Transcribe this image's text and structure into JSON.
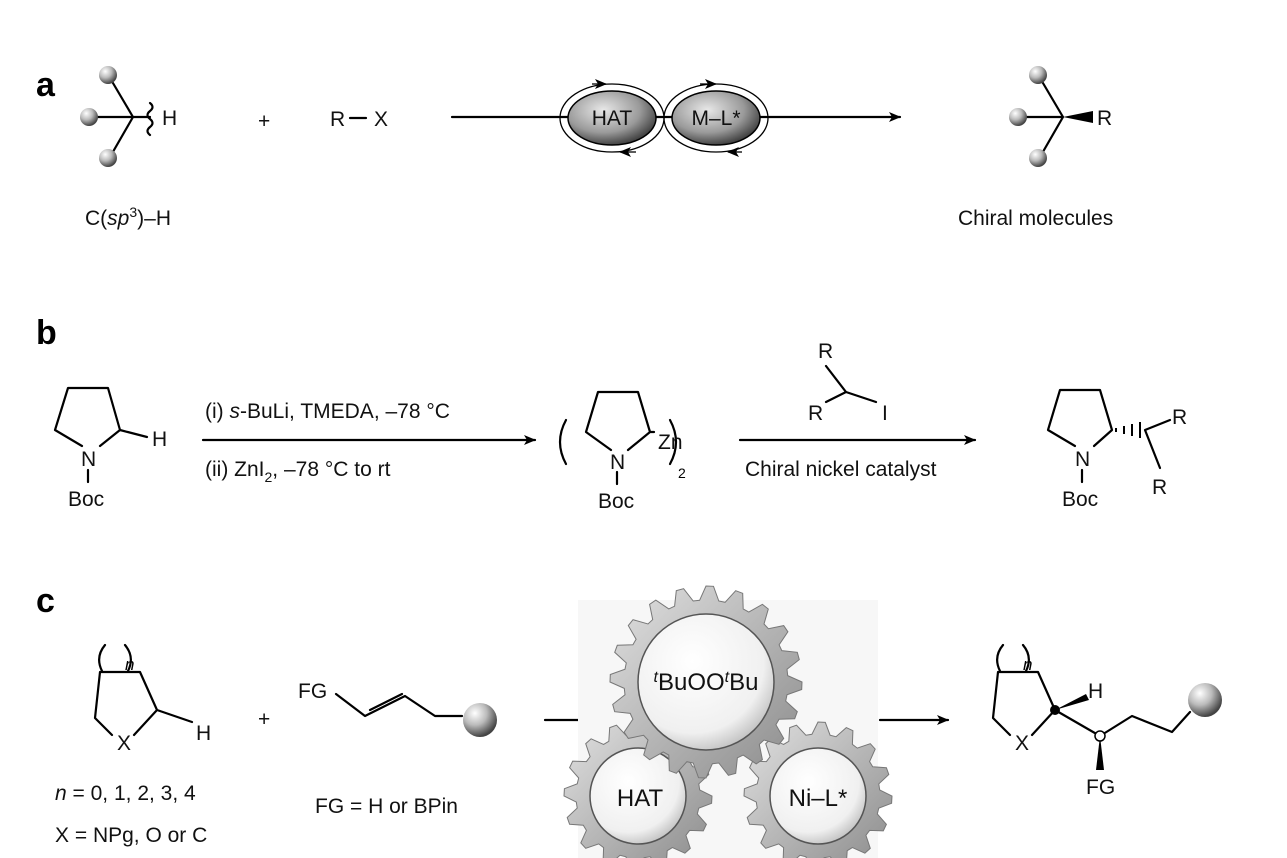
{
  "panel_a": {
    "label": "a",
    "reactant_H": "H",
    "plus": "+",
    "reagent_R": "R",
    "reagent_X": "X",
    "cycle_left": "HAT",
    "cycle_right": "M–L*",
    "product_R": "R",
    "caption_left_pre": "C(",
    "caption_left_italic": "sp",
    "caption_left_sup": "3",
    "caption_left_post": ")–H",
    "caption_right": "Chiral molecules"
  },
  "panel_b": {
    "label": "b",
    "sm_N": "N",
    "sm_H": "H",
    "sm_Boc": "Boc",
    "step1_pre": "(i) ",
    "step1_italic": "s",
    "step1_post": "-BuLi, TMEDA, –78 °C",
    "step2_pre": "(ii) ZnI",
    "step2_sub": "2",
    "step2_post": ", –78 °C to rt",
    "int_N": "N",
    "int_Boc": "Boc",
    "int_sub": "2",
    "int_Zn": "Zn",
    "reagent_R_top": "R",
    "reagent_R_left": "R",
    "reagent_I": "I",
    "catalyst": "Chiral nickel catalyst",
    "prod_N": "N",
    "prod_Boc": "Boc",
    "prod_R1": "R",
    "prod_R2": "R"
  },
  "panel_c": {
    "label": "c",
    "sm_n": "n",
    "sm_X": "X",
    "sm_H": "H",
    "plus": "+",
    "alkene_FG": "FG",
    "n_values_italic": "n",
    "n_values": " = 0, 1, 2, 3, 4",
    "x_values": "X = NPg, O or C",
    "fg_values": "FG = H or BPin",
    "gear_top_t1": "t",
    "gear_top_mid": "BuOO",
    "gear_top_t2": "t",
    "gear_top_end": "Bu",
    "gear_left": "HAT",
    "gear_right": "Ni–L*",
    "prod_n": "n",
    "prod_X": "X",
    "prod_H": "H",
    "prod_FG": "FG"
  }
}
